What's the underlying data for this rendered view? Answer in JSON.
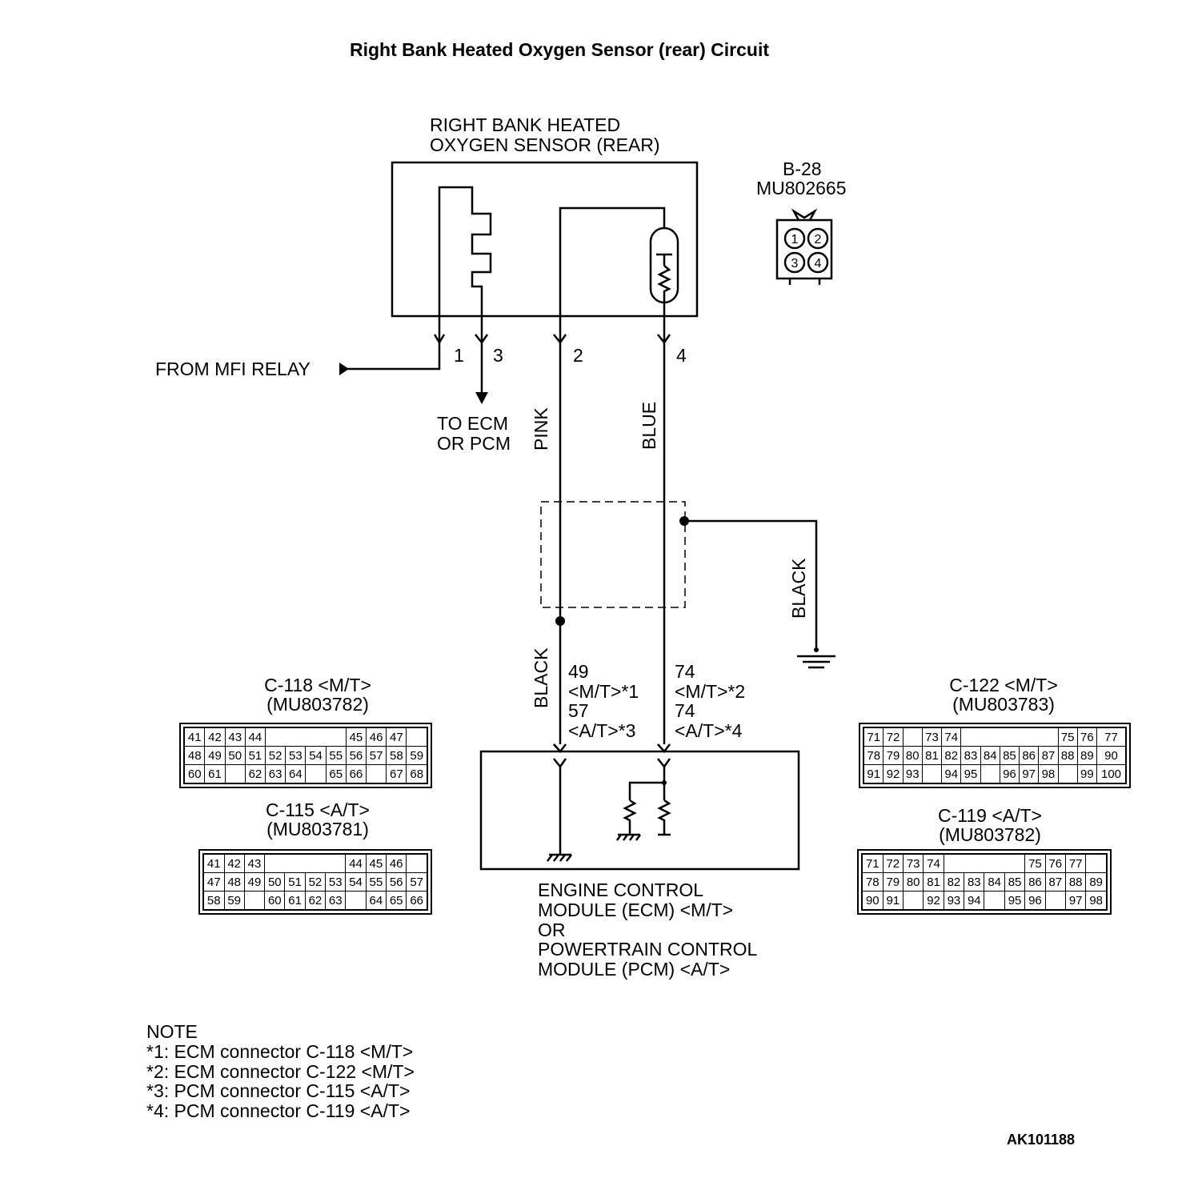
{
  "title": "Right Bank Heated Oxygen Sensor (rear) Circuit",
  "sensor": {
    "line1": "RIGHT BANK HEATED",
    "line2": "OXYGEN SENSOR (REAR)"
  },
  "sensor_connector": {
    "id": "B-28",
    "part": "MU802665",
    "pins": [
      "1",
      "2",
      "3",
      "4"
    ]
  },
  "pin_labels": {
    "p1": "1",
    "p3": "3",
    "p2": "2",
    "p4": "4"
  },
  "from_relay": "FROM MFI RELAY",
  "to_ecm": {
    "line1": "TO ECM",
    "line2": "OR PCM"
  },
  "wire_colors": {
    "pink": "PINK",
    "blue": "BLUE",
    "black_ground": "BLACK",
    "black_left": "BLACK"
  },
  "ecm_pins_left": {
    "l1": "49",
    "l2": "<M/T>*1",
    "l3": "57",
    "l4": "<A/T>*3"
  },
  "ecm_pins_right": {
    "l1": "74",
    "l2": "<M/T>*2",
    "l3": "74",
    "l4": "<A/T>*4"
  },
  "module": {
    "line1": "ENGINE CONTROL",
    "line2": "MODULE (ECM) <M/T>",
    "line3": "OR",
    "line4": "POWERTRAIN CONTROL",
    "line5": "MODULE (PCM) <A/T>"
  },
  "connectors": {
    "c118": {
      "title": "C-118 <M/T>",
      "part": "(MU803782)",
      "rows": [
        [
          "41",
          "42",
          "43",
          "44",
          "",
          "",
          "",
          "",
          "45",
          "46",
          "47"
        ],
        [
          "48",
          "49",
          "50",
          "51",
          "52",
          "53",
          "54",
          "55",
          "56",
          "57",
          "58",
          "59"
        ],
        [
          "60",
          "61",
          "",
          "62",
          "63",
          "64",
          "",
          "65",
          "66",
          "",
          "67",
          "68"
        ]
      ]
    },
    "c115": {
      "title": "C-115 <A/T>",
      "part": "(MU803781)",
      "rows": [
        [
          "41",
          "42",
          "43",
          "",
          "",
          "",
          "",
          "44",
          "45",
          "46"
        ],
        [
          "47",
          "48",
          "49",
          "50",
          "51",
          "52",
          "53",
          "54",
          "55",
          "56",
          "57"
        ],
        [
          "58",
          "59",
          "",
          "60",
          "61",
          "62",
          "63",
          "",
          "64",
          "65",
          "66"
        ]
      ]
    },
    "c122": {
      "title": "C-122 <M/T>",
      "part": "(MU803783)",
      "rows": [
        [
          "71",
          "72",
          "",
          "73",
          "74",
          "",
          "",
          "",
          "",
          "",
          "75",
          "76",
          "77"
        ],
        [
          "78",
          "79",
          "80",
          "81",
          "82",
          "83",
          "84",
          "85",
          "86",
          "87",
          "88",
          "89",
          "90"
        ],
        [
          "91",
          "92",
          "93",
          "",
          "94",
          "95",
          "",
          "96",
          "97",
          "98",
          "",
          "99",
          "100"
        ]
      ]
    },
    "c119": {
      "title": "C-119 <A/T>",
      "part": "(MU803782)",
      "rows": [
        [
          "71",
          "72",
          "73",
          "74",
          "",
          "",
          "",
          "",
          "75",
          "76",
          "77"
        ],
        [
          "78",
          "79",
          "80",
          "81",
          "82",
          "83",
          "84",
          "85",
          "86",
          "87",
          "88",
          "89"
        ],
        [
          "90",
          "91",
          "",
          "92",
          "93",
          "94",
          "",
          "95",
          "96",
          "",
          "97",
          "98"
        ]
      ]
    }
  },
  "notes": {
    "heading": "NOTE",
    "n1": "*1: ECM connector C-118 <M/T>",
    "n2": "*2: ECM connector C-122 <M/T>",
    "n3": "*3: PCM connector C-115 <A/T>",
    "n4": "*4: PCM connector C-119 <A/T>"
  },
  "figure_id": "AK101188"
}
